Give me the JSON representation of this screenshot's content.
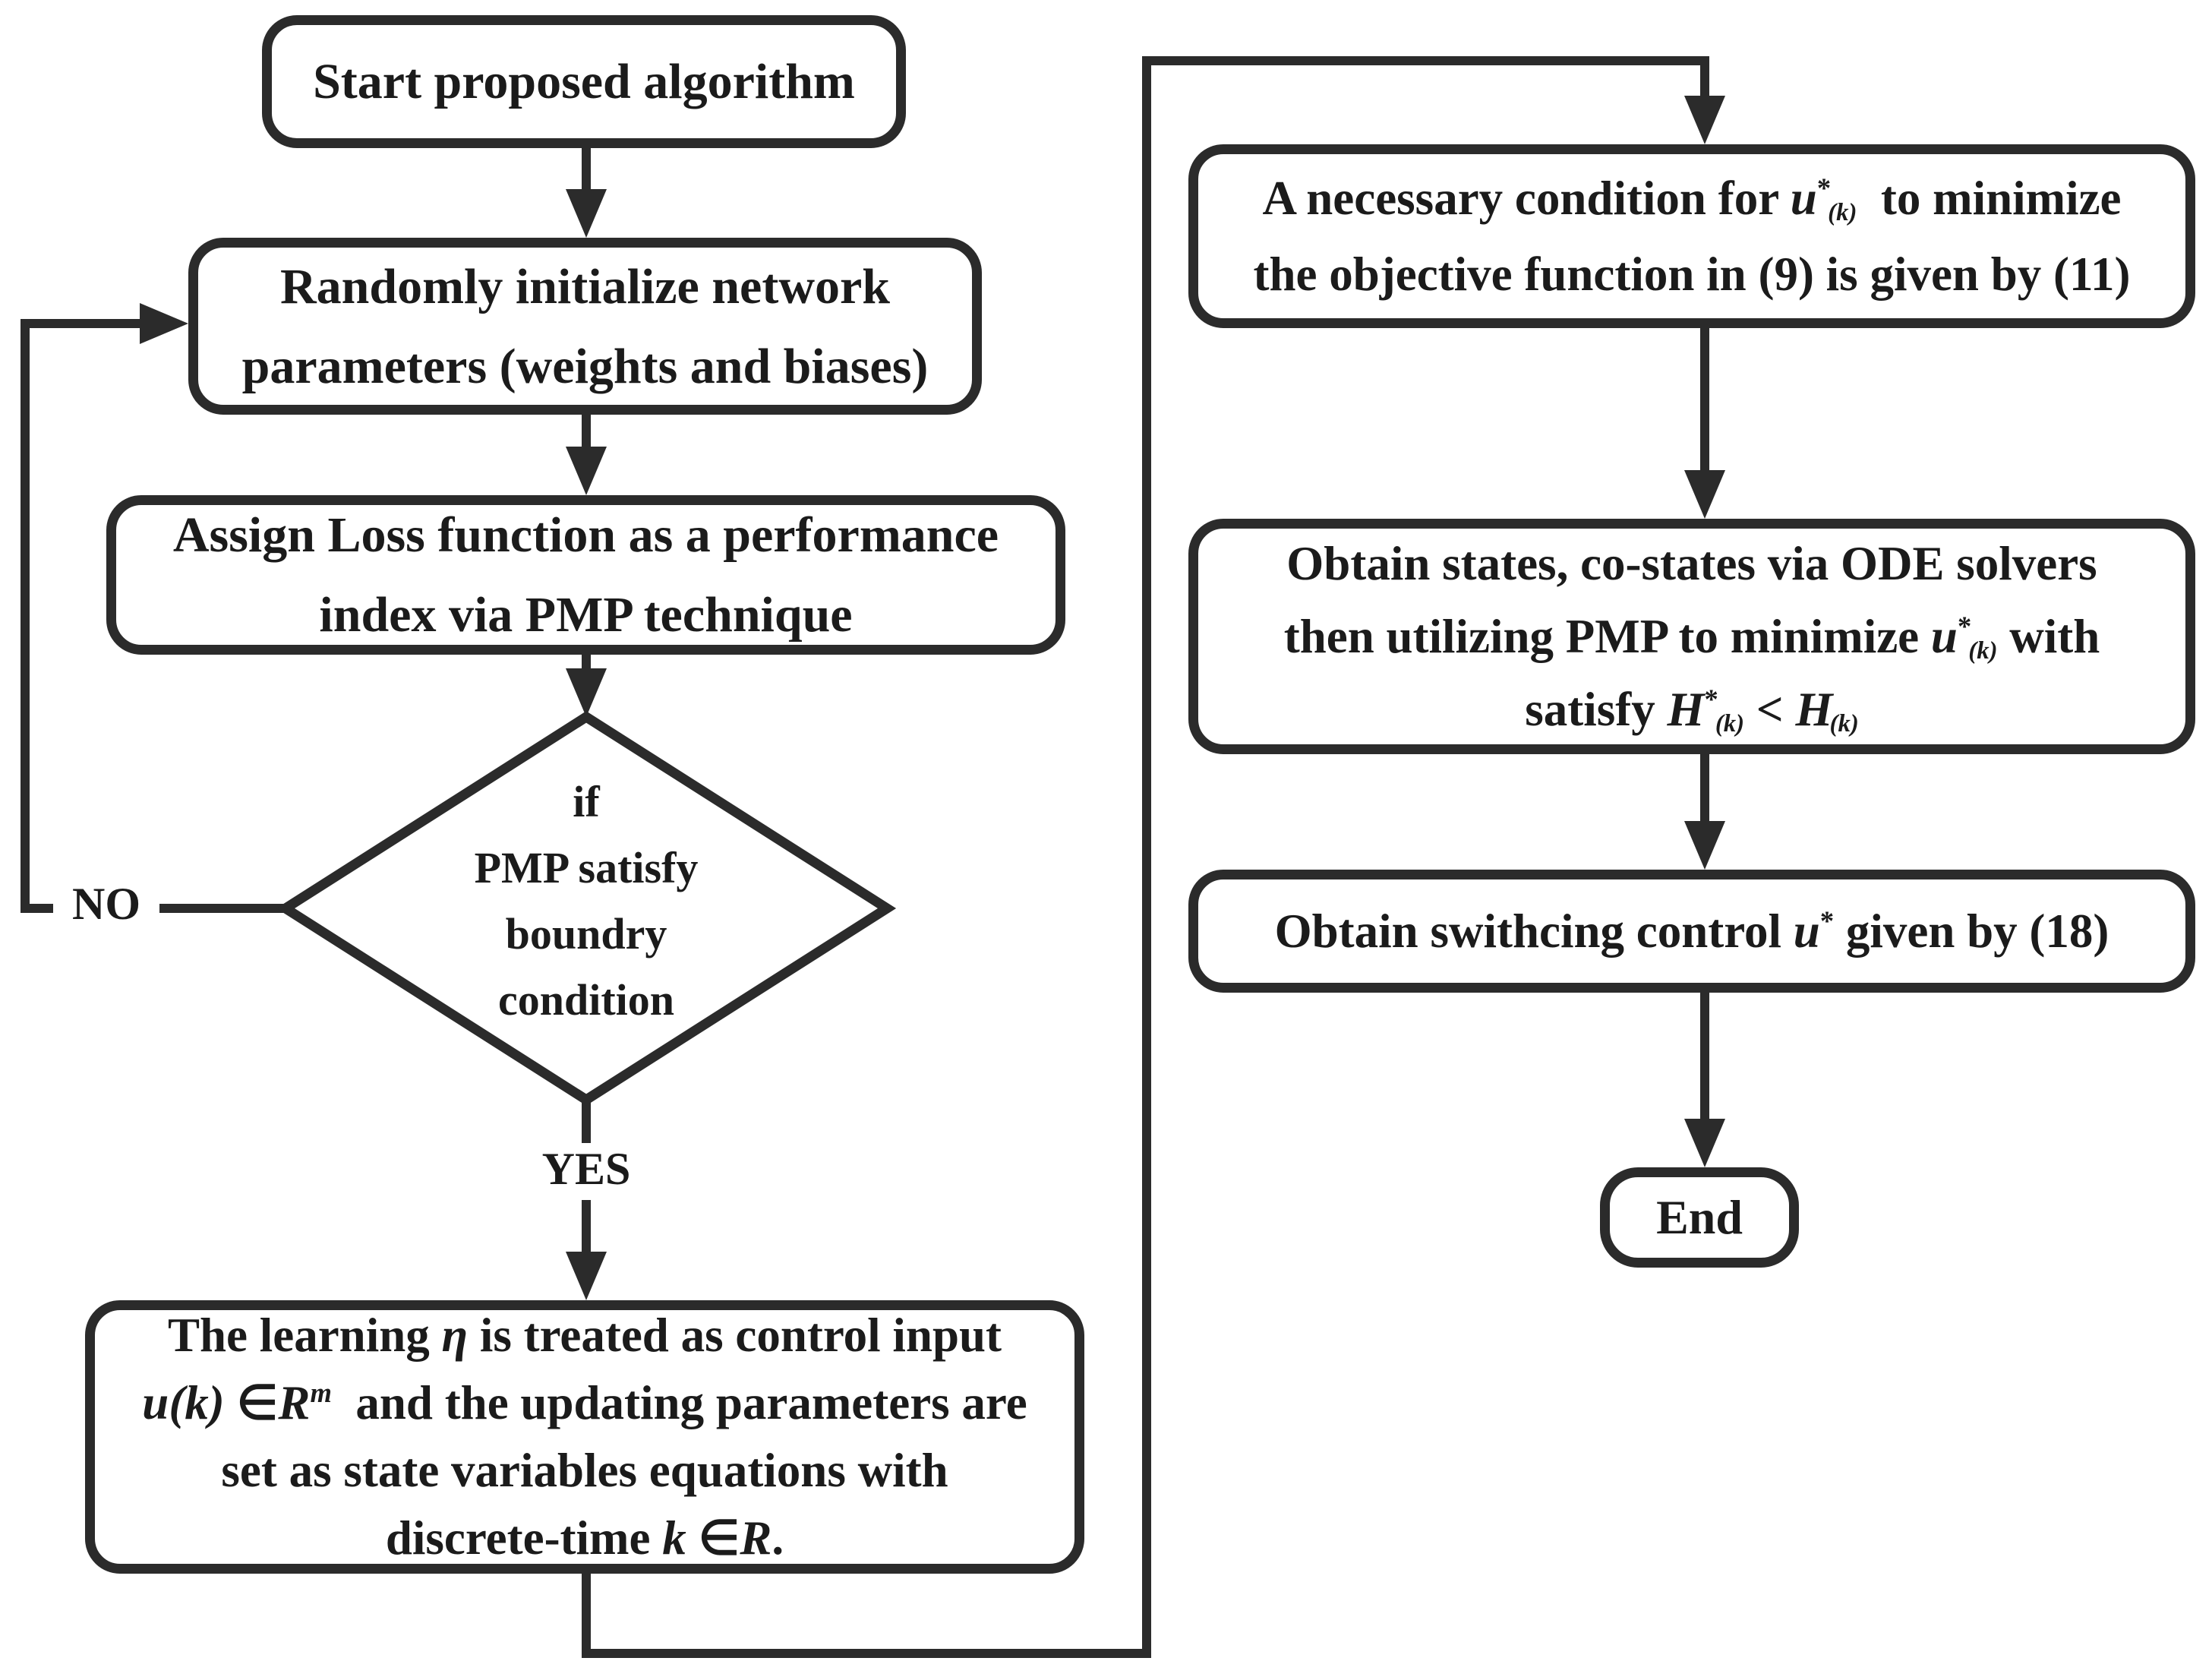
{
  "flowchart": {
    "colors": {
      "stroke": "#2b2b2b",
      "text": "#1b1b1b",
      "background": "#ffffff"
    },
    "nodes": {
      "start": {
        "text": "Start proposed algorithm"
      },
      "init": {
        "line1": "Randomly initialize network",
        "line2": "parameters (weights and biases)"
      },
      "assign": {
        "line1": "Assign Loss function as a performance",
        "line2": "index via PMP technique"
      },
      "decision": {
        "line1": "if",
        "line2": "PMP satisfy",
        "line3": "boundry",
        "line4": "condition"
      },
      "learning": {
        "line1": [
          {
            "t": "The learning "
          },
          {
            "t": "η",
            "i": true
          },
          {
            "t": " is treated as control input"
          }
        ],
        "line2": [
          {
            "t": "u(k)",
            "i": true
          },
          {
            "t": " ∈"
          },
          {
            "t": "R",
            "i": true
          },
          {
            "t": "m",
            "i": true,
            "sup": true
          },
          {
            "t": "  and the updating parameters are"
          }
        ],
        "line3": "set as state variables equations with",
        "line4": [
          {
            "t": "discrete-time "
          },
          {
            "t": "k",
            "i": true
          },
          {
            "t": " ∈"
          },
          {
            "t": "R",
            "i": true
          },
          {
            "t": "."
          }
        ]
      },
      "necessary": {
        "line1": [
          {
            "t": "A necessary condition for "
          },
          {
            "t": "u",
            "i": true
          },
          {
            "t": "*",
            "sup": true
          },
          {
            "t": "(k)",
            "i": true,
            "sub": true
          },
          {
            "t": "  to minimize"
          }
        ],
        "line2": "the objective function in (9) is given by (11)"
      },
      "states": {
        "line1": "Obtain states, co-states via ODE solvers",
        "line2": [
          {
            "t": "then utilizing PMP to minimize "
          },
          {
            "t": "u",
            "i": true
          },
          {
            "t": "*",
            "sup": true
          },
          {
            "t": "(k)",
            "i": true,
            "sub": true
          },
          {
            "t": " with"
          }
        ],
        "line3": [
          {
            "t": "satisfy "
          },
          {
            "t": "H",
            "i": true
          },
          {
            "t": "*",
            "sup": true
          },
          {
            "t": "(k)",
            "i": true,
            "sub": true
          },
          {
            "t": " < "
          },
          {
            "t": "H",
            "i": true
          },
          {
            "t": "(k)",
            "i": true,
            "sub": true
          }
        ]
      },
      "switching": {
        "line1": [
          {
            "t": "Obtain swithcing control "
          },
          {
            "t": "u",
            "i": true
          },
          {
            "t": "*",
            "sup": true
          },
          {
            "t": " given by (18)"
          }
        ]
      },
      "end": {
        "text": "End"
      }
    },
    "edges": {
      "no_label": "NO",
      "yes_label": "YES"
    }
  }
}
